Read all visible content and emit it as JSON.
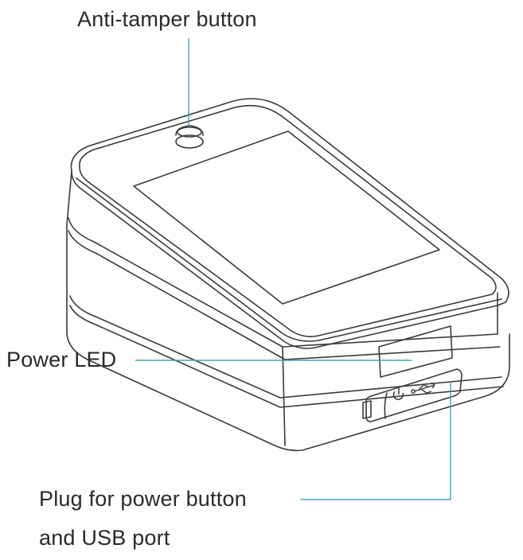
{
  "labels": {
    "anti_tamper": "Anti-tamper button",
    "power_led": "Power LED",
    "plug_line1": "Plug for power button",
    "plug_line2": "and USB port"
  },
  "colors": {
    "leader_line": "#3aa7b8",
    "outline": "#3a3a3a",
    "text": "#2a2a2a"
  },
  "icons": [
    "power-icon",
    "usb-icon"
  ]
}
